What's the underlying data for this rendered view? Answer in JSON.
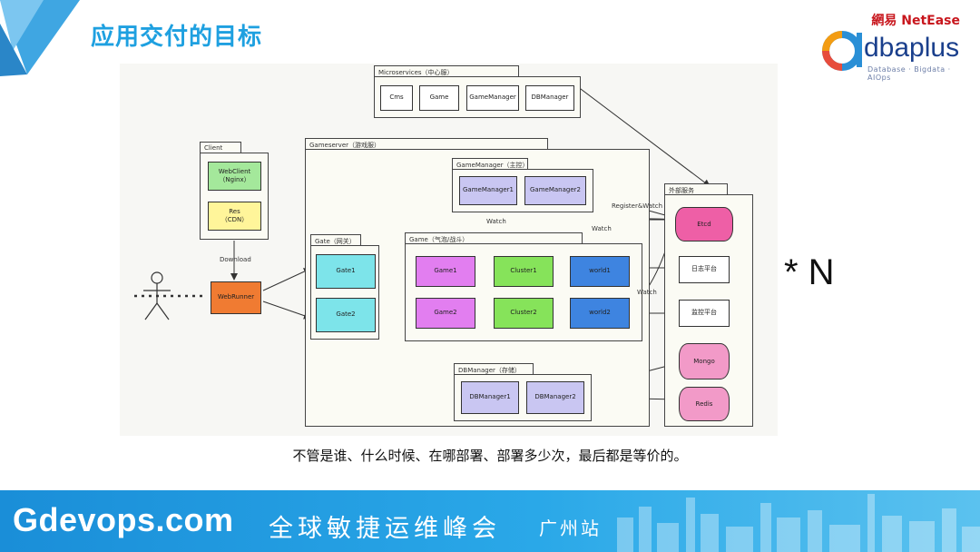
{
  "slide": {
    "title": "应用交付的目标",
    "caption": "不管是谁、什么时候、在哪部署、部署多少次，最后都是等价的。",
    "multiplier": "* N"
  },
  "brand": {
    "netease": "網易 NetEase",
    "name": "dbaplus",
    "tagline": "Database · Bigdata · AIOps",
    "accent": "#1ea0e0"
  },
  "diagram": {
    "packages": {
      "center": "Microservices（中心服）",
      "client": "Client",
      "gameserver": "Gameserver（游戏服）",
      "gamemanager": "GameManager（主控）",
      "gate": "Gate（网关）",
      "game": "Game（气泡/战斗）",
      "dbmanager": "DBManager（存储）",
      "external": "外部服务"
    },
    "center_nodes": [
      "Cms",
      "Game",
      "GameManager",
      "DBManager"
    ],
    "client_nodes": [
      "WebClient\n（Nginx）",
      "Res\n（CDN）"
    ],
    "gm_nodes": [
      "GameManager1",
      "GameManager2"
    ],
    "gate_nodes": [
      "Gate1",
      "Gate2"
    ],
    "game_nodes": [
      "Game1",
      "Cluster1",
      "world1",
      "Game2",
      "Cluster2",
      "world2"
    ],
    "db_nodes": [
      "DBManager1",
      "DBManager2"
    ],
    "external_nodes": [
      "Etcd",
      "日志平台",
      "监控平台",
      "Mongo",
      "Redis"
    ],
    "webrunner": "WebRunner",
    "labels": {
      "download": "Download",
      "watch1": "Watch",
      "watch2": "Watch",
      "watch3": "Watch",
      "register": "Register&Watch"
    }
  },
  "footer": {
    "site": "Gdevops.com",
    "event": "全球敏捷运维峰会",
    "city": "广州站"
  }
}
